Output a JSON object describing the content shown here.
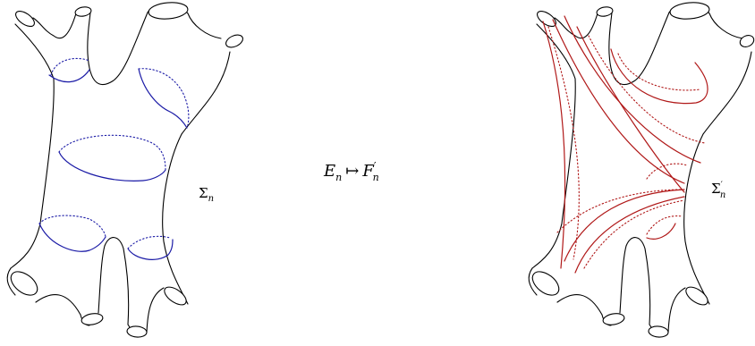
{
  "colors": {
    "outline": "#000000",
    "left_curves": "#1a1aa6",
    "right_curves": "#b01818"
  },
  "left_surface": {
    "label_main": "Σ",
    "label_sub": "n"
  },
  "map_label": {
    "domain_main": "E",
    "domain_sub": "n",
    "arrow": "↦",
    "codomain_main": "F",
    "codomain_sup": "′",
    "codomain_sub": "n"
  },
  "right_surface": {
    "label_main": "Σ",
    "label_sup": "′",
    "label_sub": "n"
  }
}
